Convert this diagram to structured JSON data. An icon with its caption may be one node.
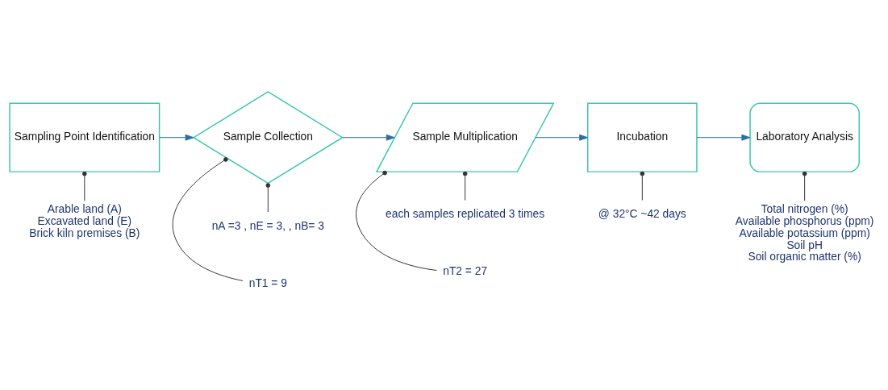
{
  "diagram": {
    "nodes": [
      {
        "text": [
          "nA =3 , nE = 3, , nB= 3"
        ]
      },
      {
        "text": [
          "each samples replicated 3 times"
        ]
      },
      {
        "text": [
          "@ 32°C ~42 days"
        ]
      },
      {
        "text": [
          "Sampling Point Identification"
        ]
      },
      {
        "text": [
          "Sample Collection"
        ]
      },
      {
        "text": [
          "Sample Multiplication"
        ]
      },
      {
        "text": [
          "Incubation"
        ]
      },
      {
        "text": [
          "Laboratory Analysis"
        ]
      },
      {
        "text": [
          "Arable land (A)",
          "Excavated land (E)",
          "Brick kiln premises (B)"
        ]
      },
      {
        "text": [
          "nT1 = 9"
        ]
      },
      {
        "text": [
          "nT2 = 27"
        ]
      },
      {
        "text": [
          "Total nitrogen (%)",
          "Available phosphorus (ppm)",
          "Available potassium (ppm)",
          "Soil pH",
          "Soil organic matter (%)"
        ]
      }
    ],
    "edges": [
      {
        "from": 3,
        "to": 4,
        "arrow": "to",
        "color": "#2e6fa3"
      },
      {
        "from": 4,
        "to": 5,
        "arrow": "to",
        "color": "#2e6fa3"
      },
      {
        "from": 5,
        "to": 6,
        "arrow": "to",
        "color": "#2e6fa3"
      },
      {
        "from": 6,
        "to": 7,
        "arrow": "to",
        "color": "#2e6fa3"
      },
      {
        "from": 0,
        "to": 4,
        "arrow": "other"
      },
      {
        "from": 1,
        "to": 5,
        "arrow": "other"
      },
      {
        "from": 2,
        "to": 6,
        "arrow": "other"
      },
      {
        "from": 8,
        "to": 3,
        "arrow": "other"
      },
      {
        "from": 9,
        "to": 4,
        "arrow": "other"
      },
      {
        "from": 10,
        "to": 5,
        "arrow": "other"
      },
      {
        "from": 11,
        "to": 7,
        "arrow": "other"
      }
    ]
  }
}
